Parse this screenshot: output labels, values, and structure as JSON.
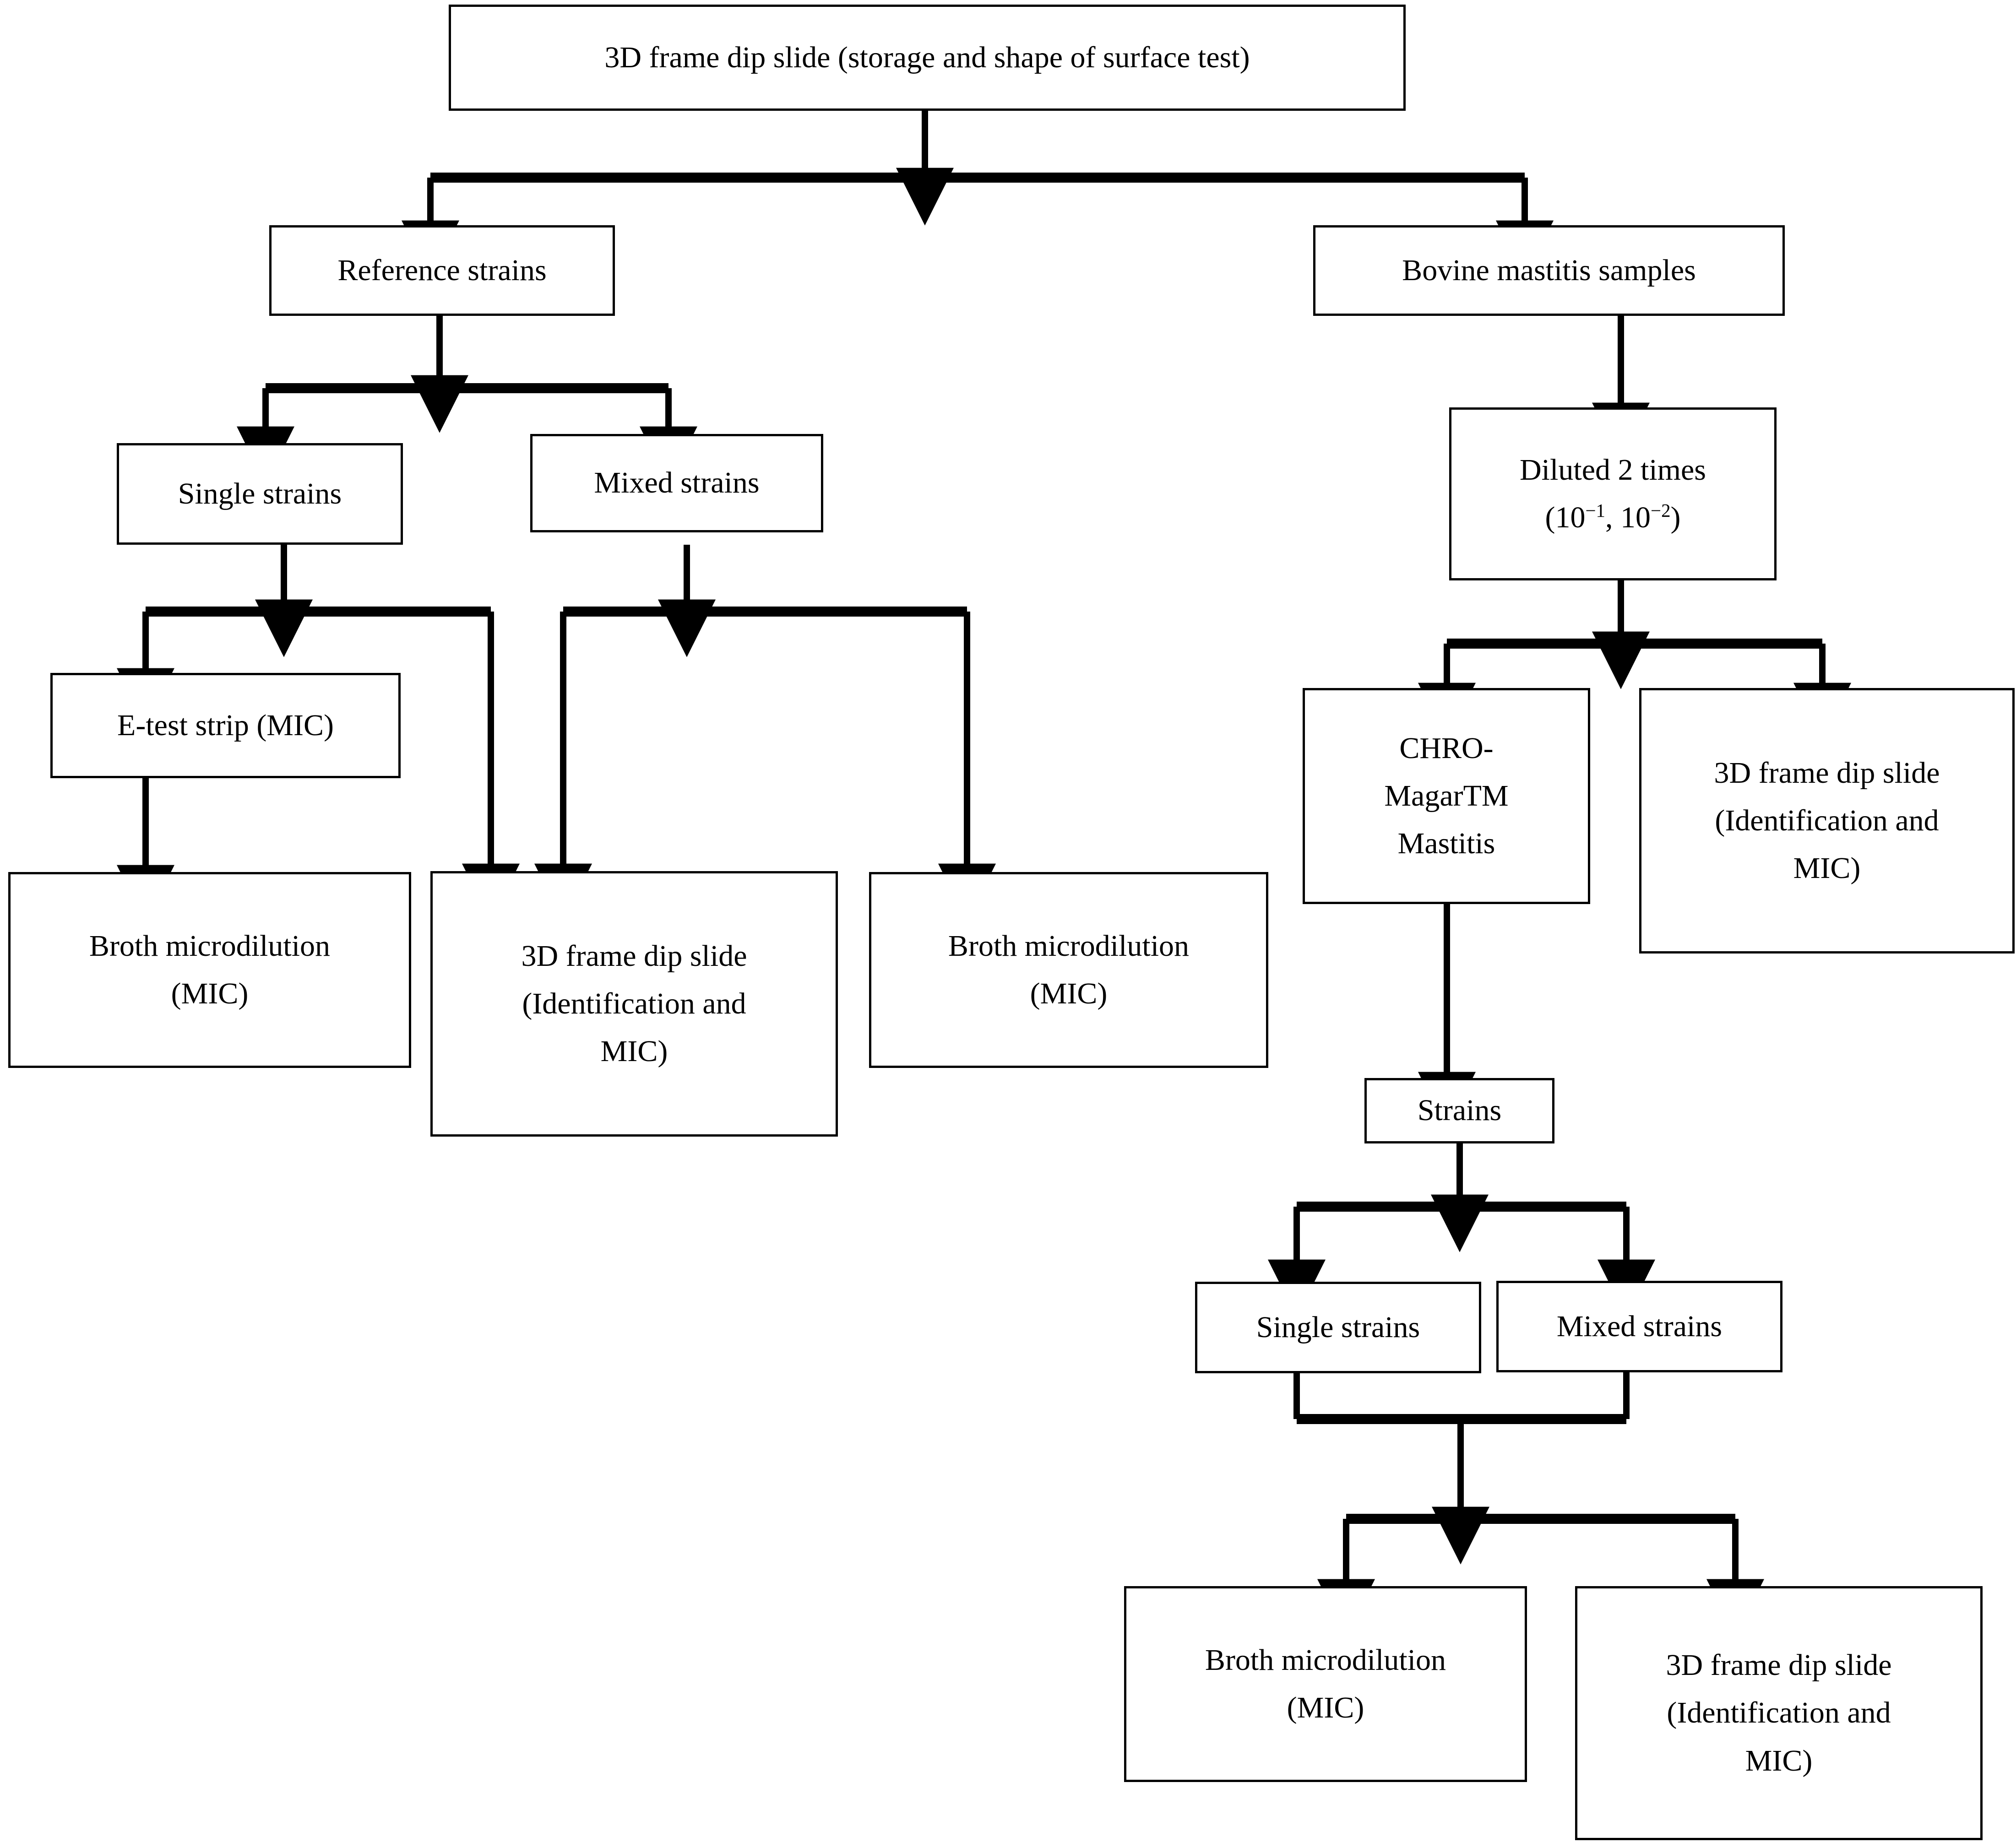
{
  "diagram": {
    "title_node": {
      "id": "root",
      "lines": [
        "3D frame dip slide (storage and shape of surface test)"
      ]
    },
    "nodes": [
      {
        "id": "root",
        "lines": [
          "3D frame dip slide (storage and shape of surface test)"
        ]
      },
      {
        "id": "ref-strains",
        "lines": [
          "Reference strains"
        ]
      },
      {
        "id": "bovine-samples",
        "lines": [
          "Bovine mastitis samples"
        ]
      },
      {
        "id": "single-strains-l",
        "lines": [
          "Single strains"
        ]
      },
      {
        "id": "mixed-strains-l",
        "lines": [
          "Mixed strains"
        ]
      },
      {
        "id": "diluted",
        "lines": [
          "Diluted 2 times",
          "(10⁻¹, 10⁻²)"
        ]
      },
      {
        "id": "etest",
        "lines": [
          "E-test strip (MIC)"
        ]
      },
      {
        "id": "chromagar",
        "lines": [
          "CHRO-",
          "MagarTM",
          "Mastitis"
        ]
      },
      {
        "id": "dipslide-right",
        "lines": [
          "3D frame dip slide",
          "(Identification and",
          "MIC)"
        ]
      },
      {
        "id": "broth-l1",
        "lines": [
          "Broth microdilution",
          "(MIC)"
        ]
      },
      {
        "id": "dipslide-l",
        "lines": [
          "3D frame dip slide",
          "(Identification and",
          "MIC)"
        ]
      },
      {
        "id": "broth-l2",
        "lines": [
          "Broth microdilution",
          "(MIC)"
        ]
      },
      {
        "id": "strains",
        "lines": [
          "Strains"
        ]
      },
      {
        "id": "single-strains-r",
        "lines": [
          "Single strains"
        ]
      },
      {
        "id": "mixed-strains-r",
        "lines": [
          "Mixed strains"
        ]
      },
      {
        "id": "broth-r",
        "lines": [
          "Broth microdilution",
          "(MIC)"
        ]
      },
      {
        "id": "dipslide-r2",
        "lines": [
          "3D frame dip slide",
          "(Identification and",
          "MIC)"
        ]
      }
    ],
    "colors": {
      "stroke": "#000000",
      "fill": "#ffffff",
      "text": "#000000"
    }
  }
}
